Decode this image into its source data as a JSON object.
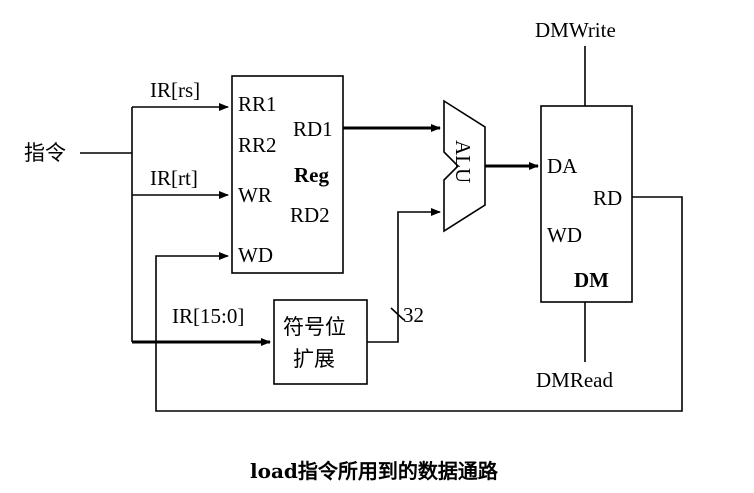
{
  "input": {
    "label": "指令"
  },
  "register_file": {
    "name": "Reg",
    "ports": {
      "rr1": "RR1",
      "rr2": "RR2",
      "wr": "WR",
      "wd": "WD",
      "rd1": "RD1",
      "rd2": "RD2"
    }
  },
  "fields": {
    "rs": "IR[rs]",
    "rt": "IR[rt]",
    "imm": "IR[15:0]"
  },
  "sign_extend": {
    "line1": "符号位",
    "line2": "扩展"
  },
  "bus_width": "32",
  "alu": {
    "label": "ALU"
  },
  "data_memory": {
    "name": "DM",
    "ports": {
      "da": "DA",
      "wd": "WD",
      "rd": "RD"
    },
    "control_write": "DMWrite",
    "control_read": "DMRead"
  },
  "caption": "load指令所用到的数据通路"
}
